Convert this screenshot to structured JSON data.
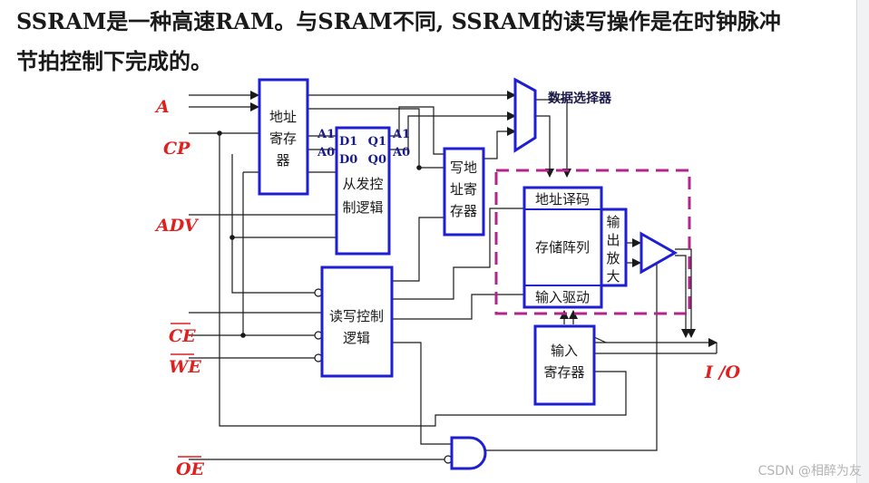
{
  "heading": {
    "line1": "SSRAM是一种高速RAM。与SRAM不同, SSRAM的读写操作是在时钟脉冲",
    "line2": "节拍控制下完成的。"
  },
  "signals": {
    "a": "A",
    "cp": "CP",
    "adv": "ADV",
    "ce": "CE",
    "we": "WE",
    "oe": "OE",
    "io": "I /O"
  },
  "blocks": {
    "addr_reg": [
      "地址",
      "寄存",
      "器"
    ],
    "burst_logic": [
      "从发控",
      "制逻辑"
    ],
    "write_addr_reg": [
      "写地",
      "址寄",
      "存器"
    ],
    "rw_logic": [
      "读写控制",
      "逻辑"
    ],
    "input_reg": [
      "输入",
      "寄存器"
    ],
    "addr_decode": "地址译码",
    "storage_array": "存储阵列",
    "input_drive": "输入驱动",
    "output_amp": [
      "输",
      "出",
      "放",
      "大"
    ]
  },
  "pins": {
    "a1_in": "A1",
    "a0_in": "A0",
    "d1": "D1",
    "d0": "D0",
    "q1": "Q1",
    "q0": "Q0",
    "a1_out": "A1",
    "a0_out": "A0"
  },
  "mux_label": "数据选择器",
  "watermark": "CSDN @相醉为友",
  "colors": {
    "block_border": "#1e1ed2",
    "signal_text": "#e01f1f",
    "dashed_frame": "#b3258a",
    "wire": "#1a1a1a"
  }
}
